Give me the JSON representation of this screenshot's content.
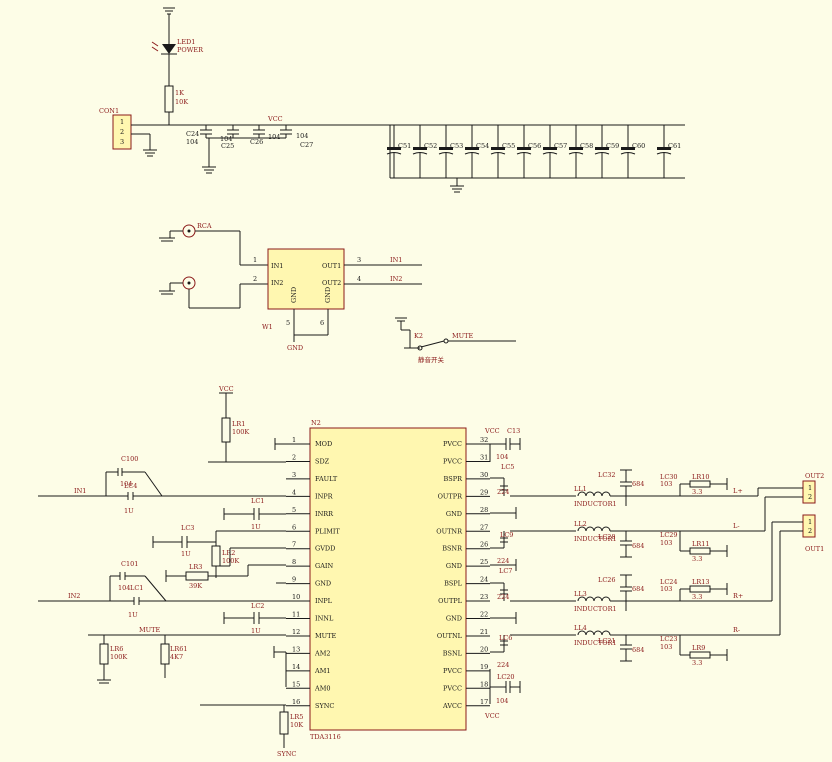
{
  "power": {
    "led_ref": "LED1",
    "led_label": "POWER",
    "resistor_value": "1K",
    "resistor_ref": "10K",
    "connector_ref": "CON1",
    "connector_pins": [
      "1",
      "2",
      "3"
    ],
    "vcc": "VCC",
    "caps": [
      {
        "ref": "C24",
        "value": "104"
      },
      {
        "ref": "C25",
        "value": "104"
      },
      {
        "ref": "C26",
        "value": "104"
      },
      {
        "ref": "C27",
        "value": "104"
      }
    ],
    "bulk_caps": [
      "C51",
      "C52",
      "C53",
      "C54",
      "C55",
      "C56",
      "C57",
      "C58",
      "C59",
      "C60",
      "C61"
    ]
  },
  "input_stage": {
    "rca_label": "RCA",
    "ic_ref": "W1",
    "pins": {
      "in1": "IN1",
      "in2": "IN2",
      "out1": "OUT1",
      "out2": "OUT2",
      "gnd": "GND"
    },
    "pin_numbers": {
      "in1": "1",
      "in2": "2",
      "out1": "3",
      "out2": "4",
      "gnd_left": "5",
      "gnd_right": "6"
    },
    "net_in1": "IN1",
    "net_in2": "IN2",
    "gnd_label": "GND",
    "switch_ref": "K2",
    "switch_label": "MUTE",
    "switch_caption": "静音开关"
  },
  "amp": {
    "ic_ref": "N2",
    "ic_name": "TDA3116",
    "left_pins": [
      {
        "num": "1",
        "name": "MOD"
      },
      {
        "num": "2",
        "name": "SDZ"
      },
      {
        "num": "3",
        "name": "FAULT"
      },
      {
        "num": "4",
        "name": "INPR"
      },
      {
        "num": "5",
        "name": "INRR"
      },
      {
        "num": "6",
        "name": "PLIMIT"
      },
      {
        "num": "7",
        "name": "GVDD"
      },
      {
        "num": "8",
        "name": "GAIN"
      },
      {
        "num": "9",
        "name": "GND"
      },
      {
        "num": "10",
        "name": "INPL"
      },
      {
        "num": "11",
        "name": "INNL"
      },
      {
        "num": "12",
        "name": "MUTE"
      },
      {
        "num": "13",
        "name": "AM2"
      },
      {
        "num": "14",
        "name": "AM1"
      },
      {
        "num": "15",
        "name": "AM0"
      },
      {
        "num": "16",
        "name": "SYNC"
      }
    ],
    "right_pins": [
      {
        "num": "32",
        "name": "PVCC"
      },
      {
        "num": "31",
        "name": "PVCC"
      },
      {
        "num": "30",
        "name": "BSPR"
      },
      {
        "num": "29",
        "name": "OUTPR"
      },
      {
        "num": "28",
        "name": "GND"
      },
      {
        "num": "27",
        "name": "OUTNR"
      },
      {
        "num": "26",
        "name": "BSNR"
      },
      {
        "num": "25",
        "name": "GND"
      },
      {
        "num": "24",
        "name": "BSPL"
      },
      {
        "num": "23",
        "name": "OUTPL"
      },
      {
        "num": "22",
        "name": "GND"
      },
      {
        "num": "21",
        "name": "OUTNL"
      },
      {
        "num": "20",
        "name": "BSNL"
      },
      {
        "num": "19",
        "name": "PVCC"
      },
      {
        "num": "18",
        "name": "PVCC"
      },
      {
        "num": "17",
        "name": "AVCC"
      }
    ],
    "vcc": "VCC",
    "lr1": {
      "ref": "LR1",
      "value": "100K"
    },
    "c100": {
      "ref": "C100",
      "value": "104"
    },
    "c1": {
      "ref": "LC4",
      "value": "1U"
    },
    "lc1": {
      "ref": "LC1",
      "value": "1U"
    },
    "lc3": {
      "ref": "LC3",
      "value": "1U"
    },
    "lr2": {
      "ref": "LR2",
      "value": "100K"
    },
    "lr3": {
      "ref": "LR3",
      "value": "39K"
    },
    "c101": {
      "ref": "C101",
      "value": "104"
    },
    "lc_in2": {
      "ref": "LC1",
      "value": "1U"
    },
    "lc2": {
      "ref": "LC2",
      "value": "1U"
    },
    "lr6": {
      "ref": "LR6",
      "value": "100K"
    },
    "lr61": {
      "ref": "LR61",
      "value": "4K7"
    },
    "lr5": {
      "ref": "LR5",
      "value": "10K"
    },
    "sync_label": "SYNC",
    "mute_label": "MUTE",
    "net_in1": "IN1",
    "net_in2": "IN2",
    "c13": {
      "ref": "C13",
      "value": "104"
    },
    "lc5": {
      "ref": "LC5",
      "value": "224"
    },
    "lc9": {
      "ref": "LC9",
      "value": "224"
    },
    "lc7": {
      "ref": "LC7",
      "value": "224"
    },
    "lc6": {
      "ref": "LC6",
      "value": "224"
    },
    "lc20": {
      "ref": "LC20",
      "value": "104"
    },
    "inductor": "INDUCTOR1",
    "ll": [
      "LL1",
      "LL2",
      "LL3",
      "LL4"
    ],
    "lc32": {
      "ref": "LC32",
      "value": "684"
    },
    "lc28": {
      "ref": "LC28",
      "value": "684"
    },
    "lc26": {
      "ref": "LC26",
      "value": "684"
    },
    "lc21": {
      "ref": "LC21",
      "value": "684"
    },
    "lc30": {
      "ref": "LC30",
      "value": "103"
    },
    "lc24": {
      "ref": "LC24",
      "value": "103"
    },
    "lc29": {
      "ref": "LC29",
      "value": "103"
    },
    "lc23": {
      "ref": "LC23",
      "value": "103"
    },
    "lr10": {
      "ref": "LR10",
      "value": "3.3"
    },
    "lr11": {
      "ref": "LR11",
      "value": "3.3"
    },
    "lr13": {
      "ref": "LR13",
      "value": "3.3"
    },
    "lr9": {
      "ref": "LR9",
      "value": "3.3"
    },
    "out_labels": {
      "lp": "L+",
      "lm": "L-",
      "rp": "R+",
      "rm": "R-"
    },
    "out2_ref": "OUT2",
    "out1_ref": "OUT1",
    "out_pins": [
      "1",
      "2"
    ]
  }
}
